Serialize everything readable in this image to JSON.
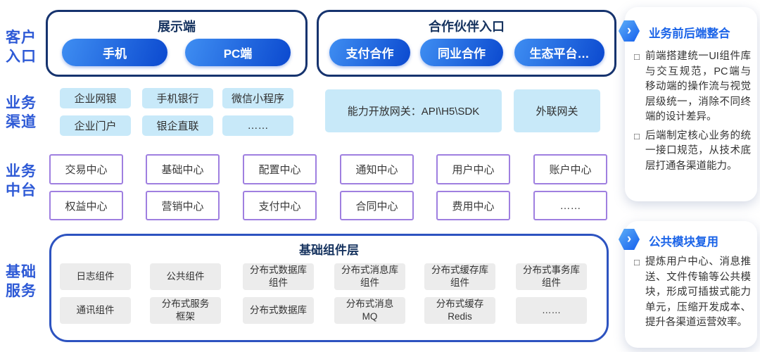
{
  "diagram": {
    "row_labels": {
      "customer_entry": "客户\n入口",
      "business_channels": "业务\n渠道",
      "business_middle": "业务\n中台",
      "foundation_services": "基础\n服务"
    },
    "display_card": {
      "title": "展示端",
      "pills": [
        "手机",
        "PC端"
      ]
    },
    "partner_card": {
      "title": "合作伙伴入口",
      "pills": [
        "支付合作",
        "同业合作",
        "生态平台…"
      ]
    },
    "channels": {
      "boxes": [
        "企业网银",
        "手机银行",
        "微信小程序",
        "企业门户",
        "银企直联",
        "……"
      ],
      "gateway": "能力开放网关：API\\H5\\SDK",
      "external_gateway": "外联网关"
    },
    "middle_centers": [
      "交易中心",
      "基础中心",
      "配置中心",
      "通知中心",
      "用户中心",
      "账户中心",
      "权益中心",
      "营销中心",
      "支付中心",
      "合同中心",
      "费用中心",
      "……"
    ],
    "foundation": {
      "title": "基础组件层",
      "components": [
        "日志组件",
        "公共组件",
        "分布式数据库\n组件",
        "分布式消息库\n组件",
        "分布式缓存库\n组件",
        "分布式事务库\n组件",
        "通讯组件",
        "分布式服务\n框架",
        "分布式数据库",
        "分布式消息\nMQ",
        "分布式缓存\nRedis",
        "……"
      ]
    },
    "side_panels": [
      {
        "title": "业务前后端整合",
        "bullets": [
          "前端搭建统一UI组件库与交互规范，PC端与移动端的操作流与视觉层级统一，消除不同终端的设计差异。",
          "后端制定核心业务的统一接口规范，从技术底层打通各渠道能力。"
        ]
      },
      {
        "title": "公共模块复用",
        "bullets": [
          "提炼用户中心、消息推送、文件传输等公共模块，形成可插拔式能力单元，压缩开发成本、提升各渠道运营效率。"
        ]
      }
    ],
    "icons": {
      "chevron_right": "›",
      "square_bullet": "□"
    },
    "colors": {
      "accent_blue": "#2e5ad6",
      "navy_border": "#16336e",
      "pill_gradient_start": "#3f8ef2",
      "pill_gradient_end": "#0b49cf",
      "light_blue_box": "#c8e9f9",
      "purple_border": "#9f7fe0",
      "gray_box": "#ececec",
      "panel_title_blue": "#1b64e8"
    }
  }
}
